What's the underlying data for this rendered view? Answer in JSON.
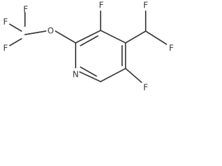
{
  "molecule": {
    "colors": {
      "bond": "#3a3a3a",
      "label": "#3a3a3a",
      "background": "#ffffff"
    },
    "atoms": [
      {
        "id": "F1",
        "label": "F"
      },
      {
        "id": "F2",
        "label": "F"
      },
      {
        "id": "F3",
        "label": "F"
      },
      {
        "id": "O",
        "label": "O"
      },
      {
        "id": "F4",
        "label": "F"
      },
      {
        "id": "F5",
        "label": "F"
      },
      {
        "id": "F6",
        "label": "F"
      },
      {
        "id": "N",
        "label": "N"
      },
      {
        "id": "F7",
        "label": "F"
      }
    ]
  }
}
